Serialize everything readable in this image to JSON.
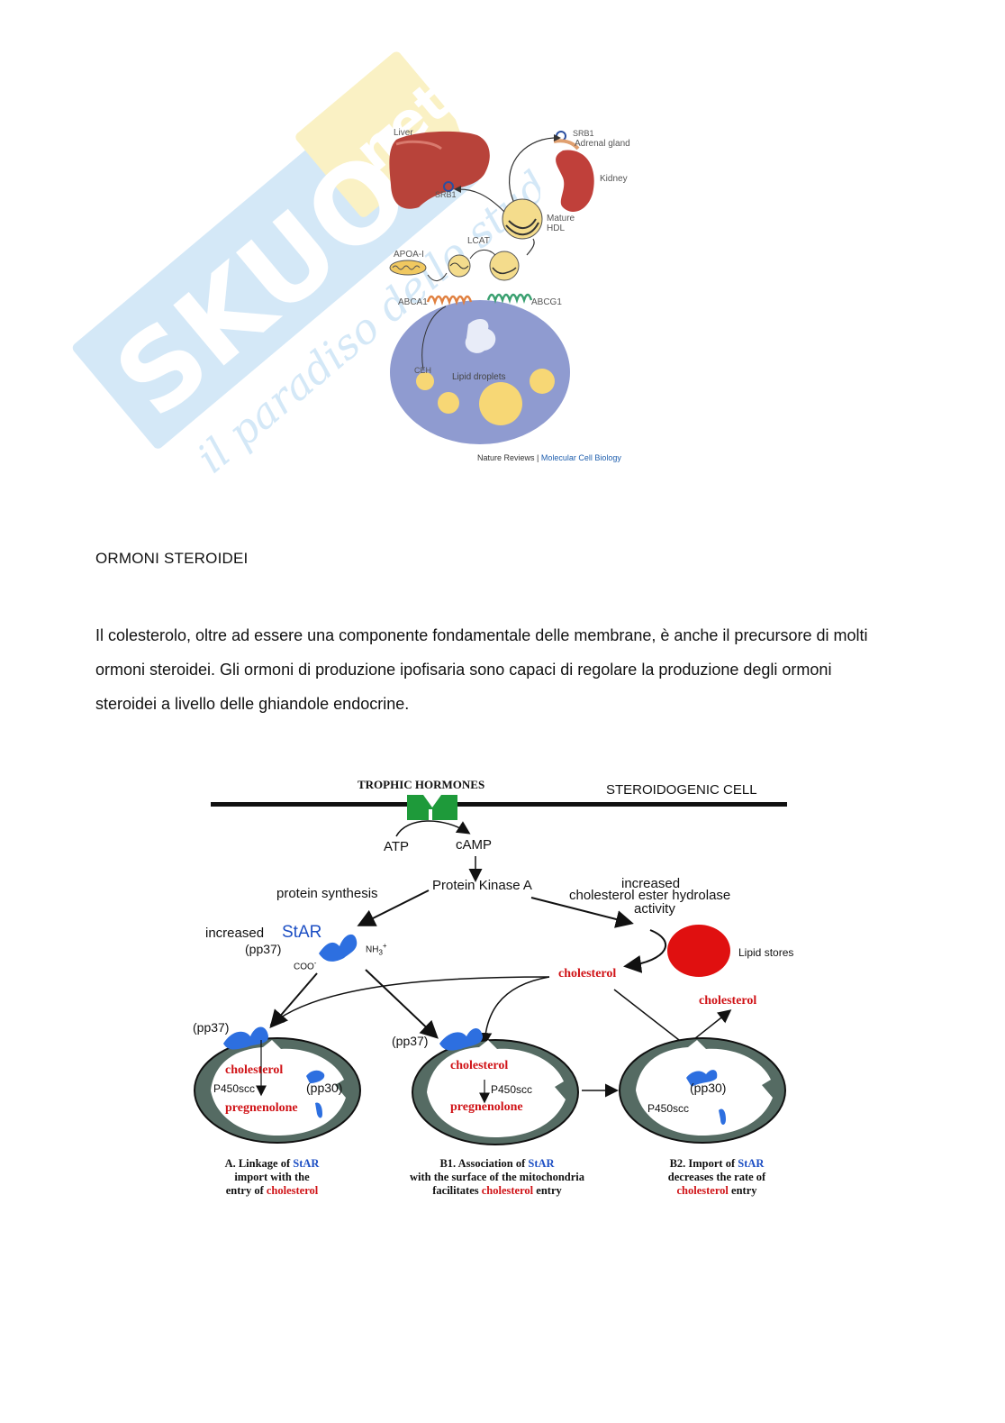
{
  "figure1": {
    "labels": {
      "liver": "Liver",
      "srb1_left": "SRB1",
      "srb1_top": "SRB1",
      "adrenal": "Adrenal gland",
      "kidney": "Kidney",
      "mature_hdl_1": "Mature",
      "mature_hdl_2": "HDL",
      "lcat": "LCAT",
      "apoa": "APOA-I",
      "abca1": "ABCA1",
      "abcg1": "ABCG1",
      "ceh": "CEH",
      "lipid_droplets": "Lipid droplets"
    },
    "credit_main": "Nature Reviews",
    "credit_sep": " | ",
    "credit_journal": "Molecular Cell Biology"
  },
  "text": {
    "heading": "ORMONI STEROIDEI",
    "paragraph_lines": [
      "Il colesterolo, oltre ad essere una componente fondamentale delle membrane, è anche il precursore di molti",
      "ormoni steroidei. Gli ormoni di produzione ipofisaria sono capaci di regolare la produzione degli ormoni",
      "steroidei a livello delle ghiandole endocrine."
    ]
  },
  "figure2": {
    "trophic": "TROPHIC HORMONES",
    "cell": "STEROIDOGENIC CELL",
    "atp": "ATP",
    "camp": "cAMP",
    "pka": "Protein Kinase A",
    "protein_synthesis": "protein synthesis",
    "increased": "increased",
    "star": "StAR",
    "pp37": "(pp37)",
    "nh3": "NH",
    "nh3_sub": "3",
    "nh3_sup": "+",
    "coo": "COO",
    "coo_sup": "-",
    "ceh_1": "increased",
    "ceh_2": "cholesterol ester hydrolase",
    "ceh_3": "activity",
    "lipid_stores": "Lipid stores",
    "cholesterol": "cholesterol",
    "cholesterol_out": "cholesterol",
    "mito_a": {
      "pp37": "(pp37)",
      "cholesterol": "cholesterol",
      "p450": "P450scc",
      "pp30": "(pp30)",
      "pregnenolone": "pregnenolone"
    },
    "mito_b1": {
      "pp37": "(pp37)",
      "cholesterol": "cholesterol",
      "p450": "P450scc",
      "pregnenolone": "pregnenolone"
    },
    "mito_b2": {
      "pp30": "(pp30)",
      "p450": "P450scc"
    },
    "caption_a": {
      "l1a": "A. Linkage of ",
      "l1b": "StAR",
      "l2": "import with the",
      "l3a": "entry of ",
      "l3b": "cholesterol"
    },
    "caption_b1": {
      "l1a": "B1. Association of ",
      "l1b": "StAR",
      "l2": "with the surface of the mitochondria",
      "l3a": "facilitates ",
      "l3b": "cholesterol",
      "l3c": " entry"
    },
    "caption_b2": {
      "l1a": "B2. Import of ",
      "l1b": "StAR",
      "l2": "decreases the rate of",
      "l3a": "cholesterol",
      "l3b": " entry"
    }
  },
  "colors": {
    "green_receptor": "#1e9a3a",
    "red_text": "#d01317",
    "star_blue": "#2d6fe0",
    "lipid_red": "#e01010",
    "cell_fill": "#8f9bd0",
    "droplet": "#f7d775",
    "liver": "#b8433a"
  }
}
